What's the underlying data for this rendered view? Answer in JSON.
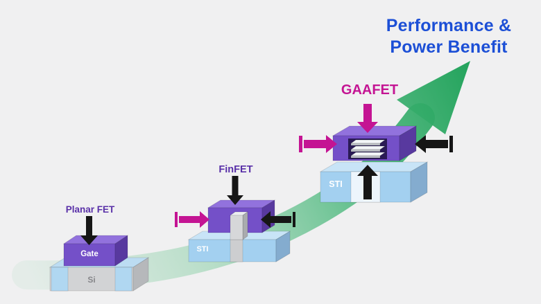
{
  "title": {
    "line1": "Performance &",
    "line2": "Power Benefit"
  },
  "devices": {
    "planar": {
      "label": "Planar FET",
      "gate": "Gate",
      "substrate": "Si"
    },
    "finfet": {
      "label": "FinFET",
      "sti": "STI"
    },
    "gaafet": {
      "label": "GAAFET",
      "sti": "STI"
    }
  },
  "colors": {
    "background": "#f0f0f1",
    "title-blue": "#1c4fd6",
    "label-purple": "#5930a8",
    "magenta": "#c41493",
    "gate-purple": "#7450c8",
    "gate-purple-top": "#9272dd",
    "gate-purple-side": "#58399f",
    "sti-blue": "#a3d0f0",
    "sti-blue-top": "#c8e4f7",
    "sti-blue-side": "#84accf",
    "arrow-green": "#23a35c",
    "black": "#161616"
  }
}
